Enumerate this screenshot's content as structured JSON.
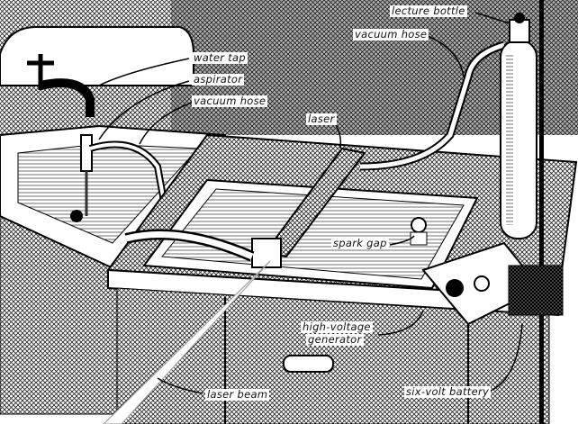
{
  "labels": {
    "lecture_bottle": "lecture bottle",
    "vacuum_hose_right": "vacuum hose",
    "water_tap": "water tap",
    "aspirator": "aspirator",
    "vacuum_hose_left": "vacuum hose",
    "laser": "laser",
    "spark_gap": "spark gap",
    "high_voltage_generator_1": "high-voltage",
    "high_voltage_generator_2": "generator",
    "laser_beam": "laser beam",
    "six_volt_battery": "six-volt battery"
  }
}
